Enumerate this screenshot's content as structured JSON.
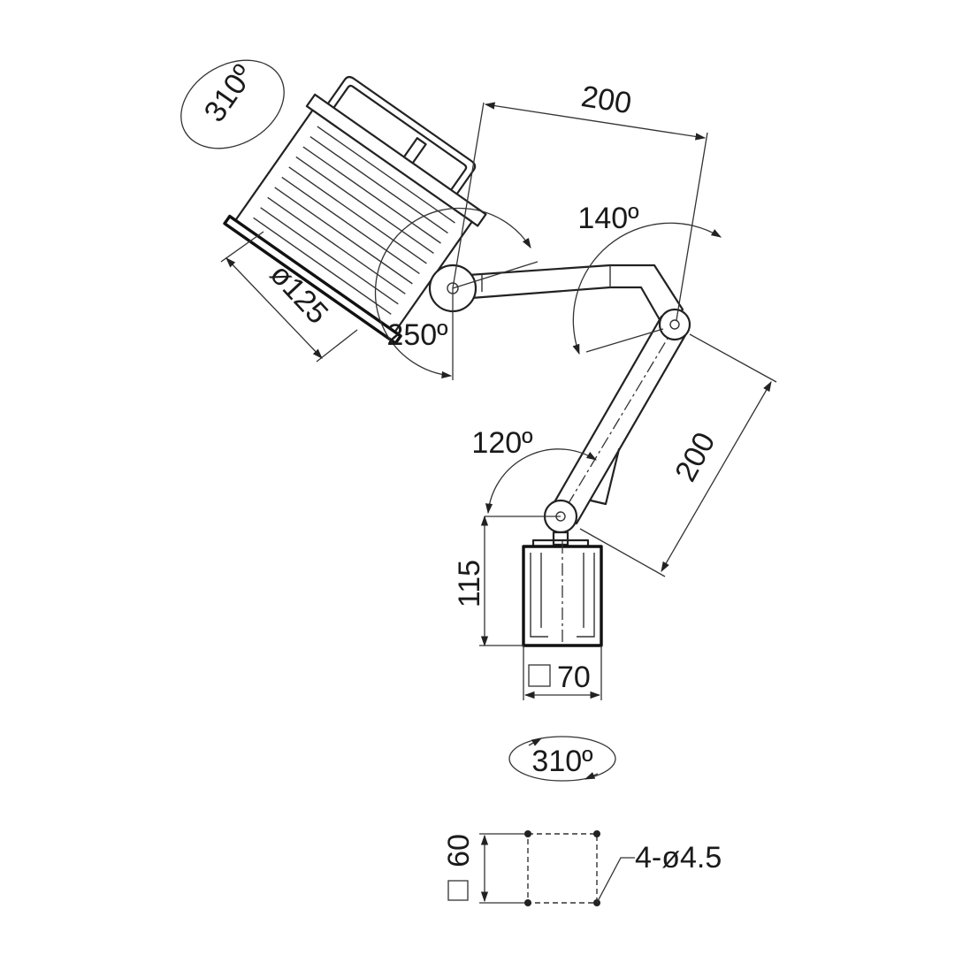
{
  "dimensions": {
    "lamp_head_rotation": "310º",
    "upper_arm_length": "200",
    "elbow_angle": "140º",
    "head_diameter": "ø125",
    "head_joint_angle": "250º",
    "lower_arm_length": "200",
    "base_joint_angle": "120º",
    "base_height": "115",
    "base_width": "70",
    "base_rotation": "310º",
    "mount_square": "60",
    "mount_holes": "4-ø4.5"
  }
}
